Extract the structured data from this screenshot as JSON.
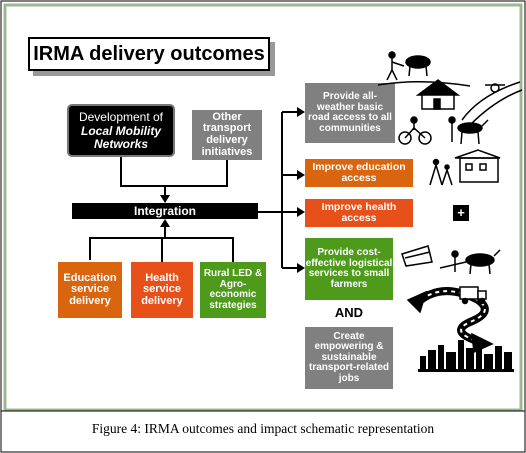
{
  "title": "IRMA delivery outcomes",
  "inputs": {
    "local_mobility_line1": "Development of",
    "local_mobility_line2": "Local Mobility Networks",
    "other_transport": "Other transport delivery initiatives"
  },
  "integration": "Integration",
  "services": {
    "education": "Education service delivery",
    "health": "Health service delivery",
    "rural_led": "Rural LED & Agro-economic strategies"
  },
  "outcomes": {
    "road_access": "Provide all-weather basic road access to all communities",
    "education_access": "Improve education access",
    "health_access": "Improve health access",
    "logistics": "Provide cost-effective logistical services to small farmers",
    "and": "AND",
    "jobs": "Create empowering & sustainable transport-related jobs"
  },
  "plus": "+",
  "caption": "Figure 4: IRMA outcomes and impact schematic representation",
  "colors": {
    "orange": "#D9660F",
    "gray": "#808080",
    "green": "#4E9A1A",
    "black": "#000000",
    "red_orange": "#E8501A",
    "frame_green": "#9CB892"
  }
}
